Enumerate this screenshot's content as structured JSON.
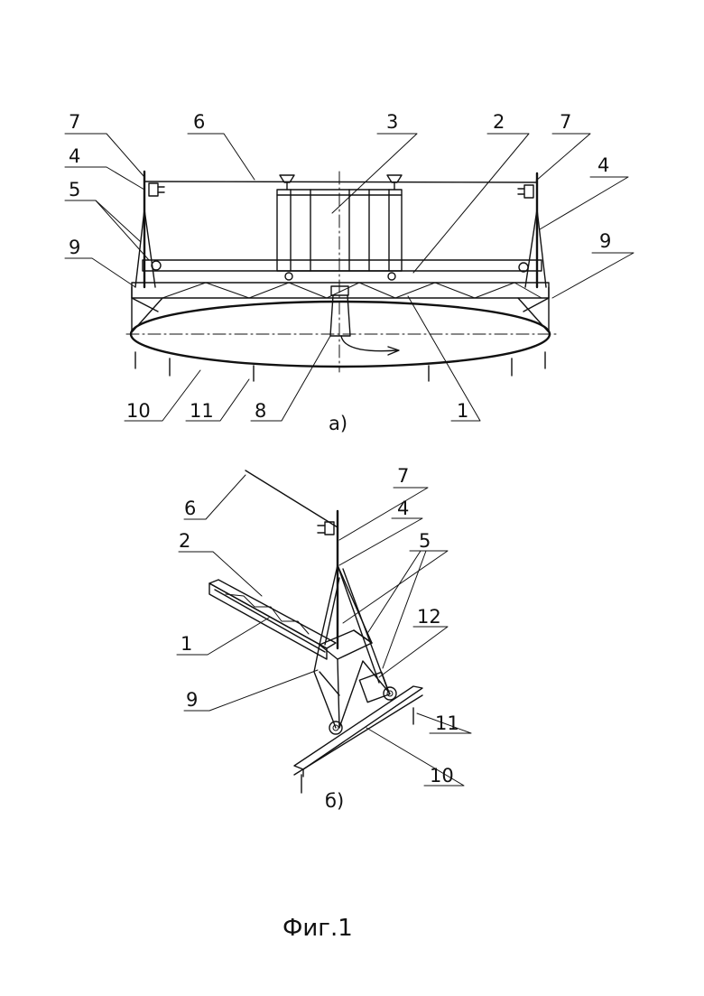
{
  "figure_a": {
    "sublabel": "а)",
    "callouts": {
      "n7_left": "7",
      "n4_left": "4",
      "n5_left": "5",
      "n9_left": "9",
      "n6": "6",
      "n3": "3",
      "n2": "2",
      "n7_right": "7",
      "n4_right": "4",
      "n9_right": "9",
      "n10": "10",
      "n11": "11",
      "n8": "8",
      "n1": "1"
    }
  },
  "figure_b": {
    "sublabel": "б)",
    "callouts": {
      "n7": "7",
      "n6": "6",
      "n4": "4",
      "n5": "5",
      "n2": "2",
      "n12": "12",
      "n1": "1",
      "n9": "9",
      "n11": "11",
      "n10": "10"
    }
  },
  "caption": "Фиг.1"
}
